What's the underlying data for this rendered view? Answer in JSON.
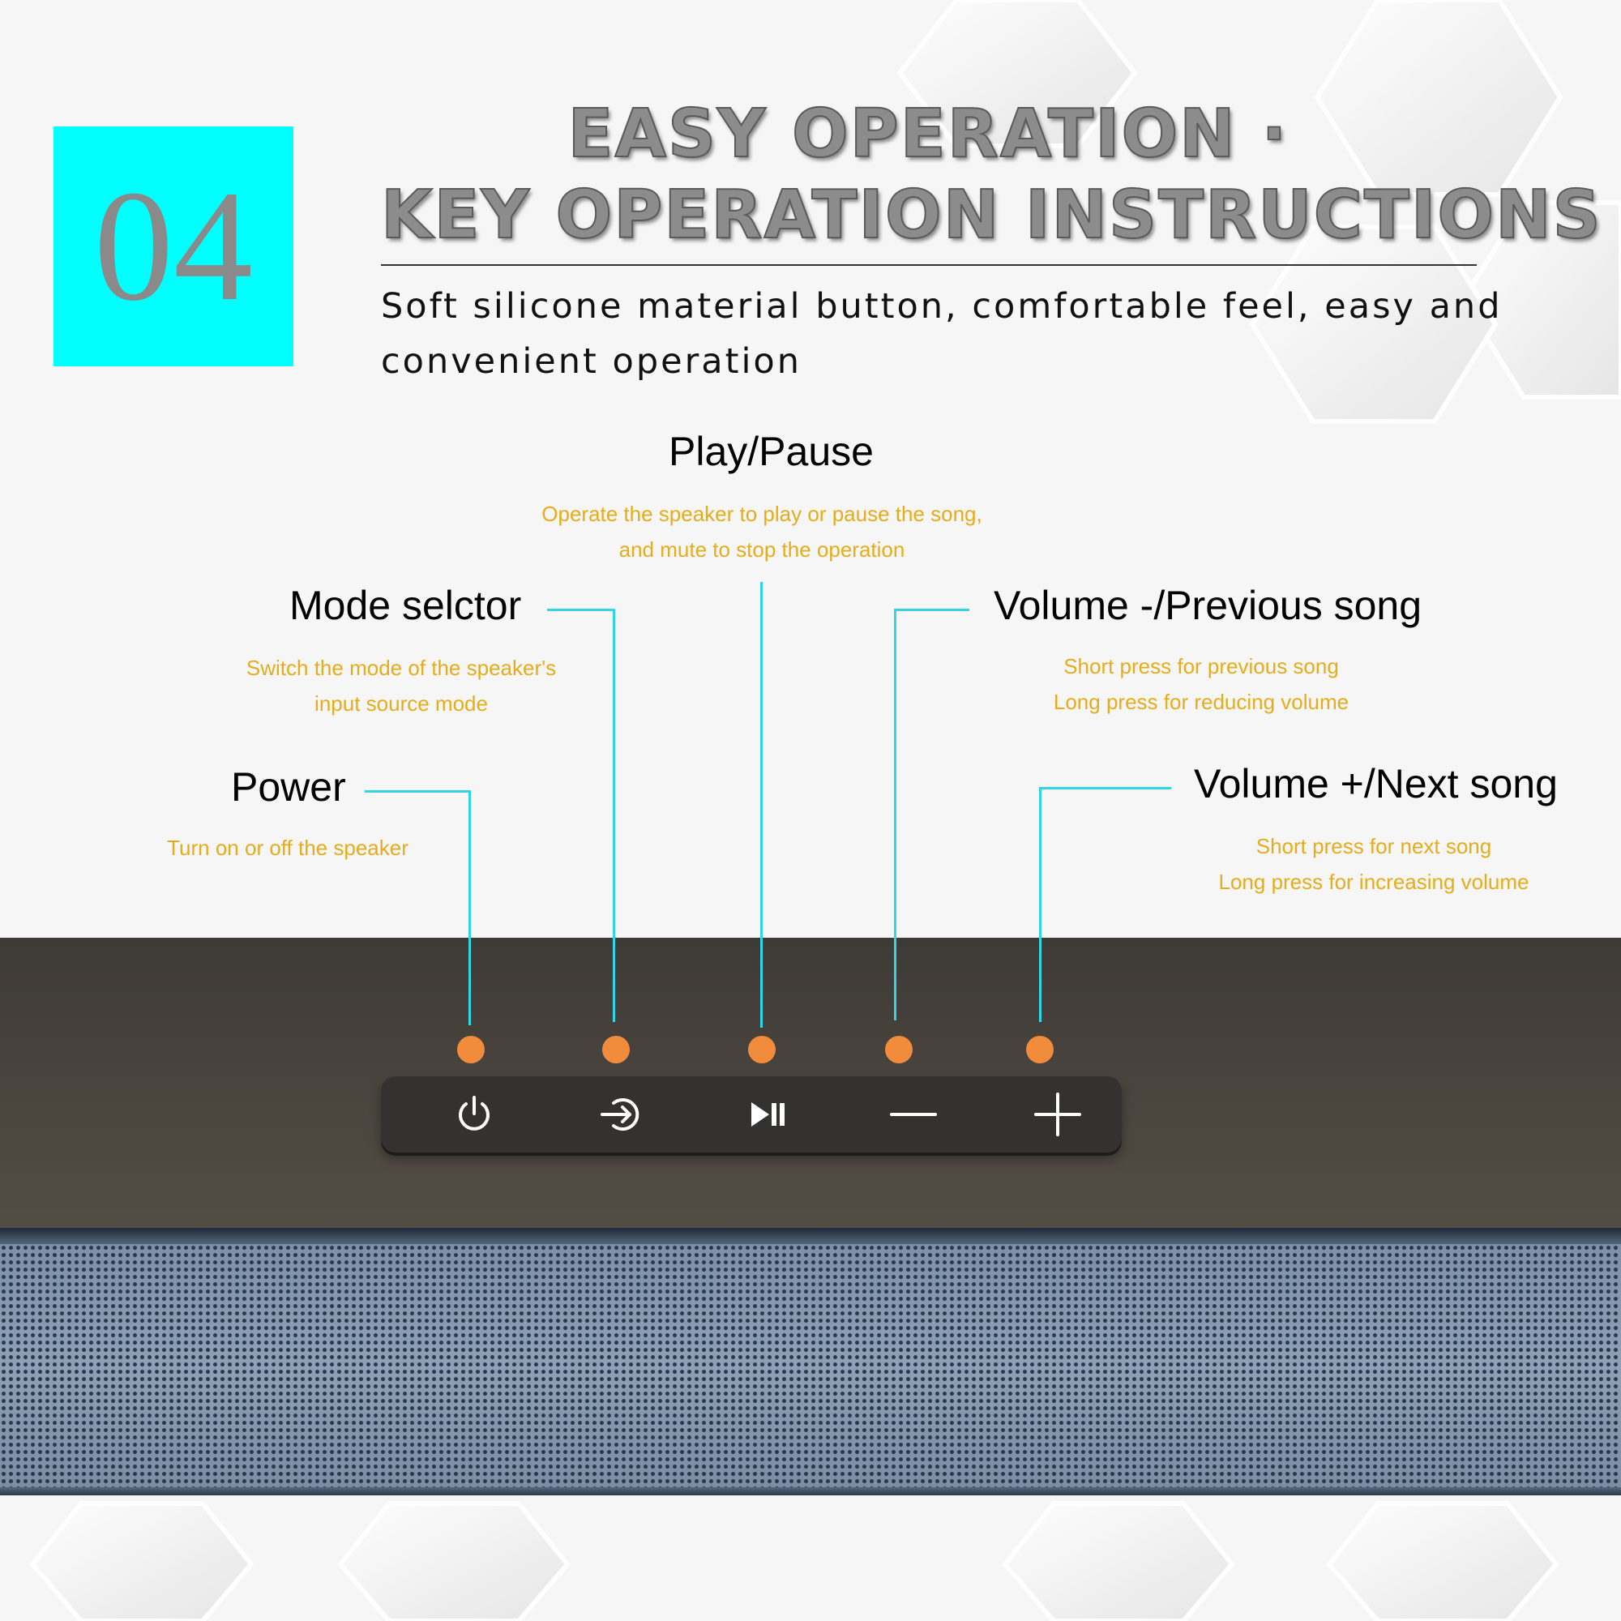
{
  "badge": {
    "number": "04"
  },
  "title": {
    "line1": "EASY OPERATION ·",
    "line2": "KEY OPERATION INSTRUCTIONS"
  },
  "subtitle": "Soft silicone material button, comfortable feel, easy and convenient operation",
  "controls": {
    "power": {
      "label": "Power",
      "description": [
        "Turn on or off the speaker"
      ]
    },
    "mode": {
      "label": "Mode selctor",
      "description": [
        "Switch the mode of the speaker's",
        "input source  mode"
      ]
    },
    "play": {
      "label": "Play/Pause",
      "description": [
        "Operate the speaker to play or pause the song,",
        "and mute to stop the operation"
      ]
    },
    "volume_down": {
      "label": "Volume -/Previous song",
      "description": [
        "Short press for previous song",
        "Long press for reducing volume"
      ]
    },
    "volume_up": {
      "label": "Volume +/Next song",
      "description": [
        "Short press for next song",
        "Long press for increasing volume"
      ]
    }
  },
  "buttons": [
    {
      "name": "power-button",
      "icon": "power-icon"
    },
    {
      "name": "mode-button",
      "icon": "input-source-icon"
    },
    {
      "name": "play-pause-button",
      "icon": "play-pause-icon"
    },
    {
      "name": "volume-down-button",
      "icon": "minus-icon"
    },
    {
      "name": "volume-up-button",
      "icon": "plus-icon"
    }
  ],
  "colors": {
    "badge": "#00ffff",
    "callout_line": "#2ed6e6",
    "dot": "#f08c3c",
    "description_text": "#e6ac1a",
    "speaker_top": "#4a443d",
    "grille": "#8a9cb2"
  }
}
